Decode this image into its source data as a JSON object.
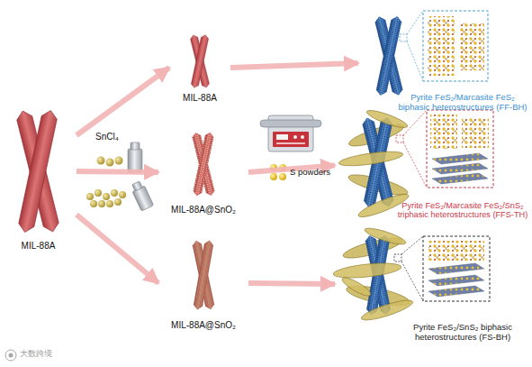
{
  "diagram": {
    "nodes": [
      {
        "text": [
          "MIL-88A"
        ]
      },
      {
        "text": [
          "MIL-88A"
        ]
      },
      {
        "text": [
          "MIL-88A@SnO₂"
        ]
      },
      {
        "text": [
          "MIL-88A@SnO₂"
        ]
      },
      {
        "text": [
          "Pyrite FeS₂/Marcasite FeS₂ biphasic heterostructures (FF-BH)"
        ]
      },
      {
        "text": [
          "Pyrite FeS₂/Marcasite FeS₂/SnS₂ triphasic heterostructures (FFS-TH)"
        ]
      },
      {
        "text": [
          "Pyrite FeS₂/SnS₂ biphasic heterostructures (FS-BH)"
        ]
      }
    ],
    "edges": [
      {
        "from": 0,
        "to": 1,
        "arrow": "to"
      },
      {
        "from": 0,
        "to": 2,
        "arrow": "to"
      },
      {
        "from": 0,
        "to": 3,
        "arrow": "to"
      },
      {
        "from": 1,
        "to": 4,
        "arrow": "to"
      },
      {
        "from": 2,
        "to": 5,
        "arrow": "to"
      },
      {
        "from": 3,
        "to": 6,
        "arrow": "to"
      }
    ],
    "labels": [
      "SnCl₄",
      "S powders",
      "大数跨境"
    ]
  }
}
